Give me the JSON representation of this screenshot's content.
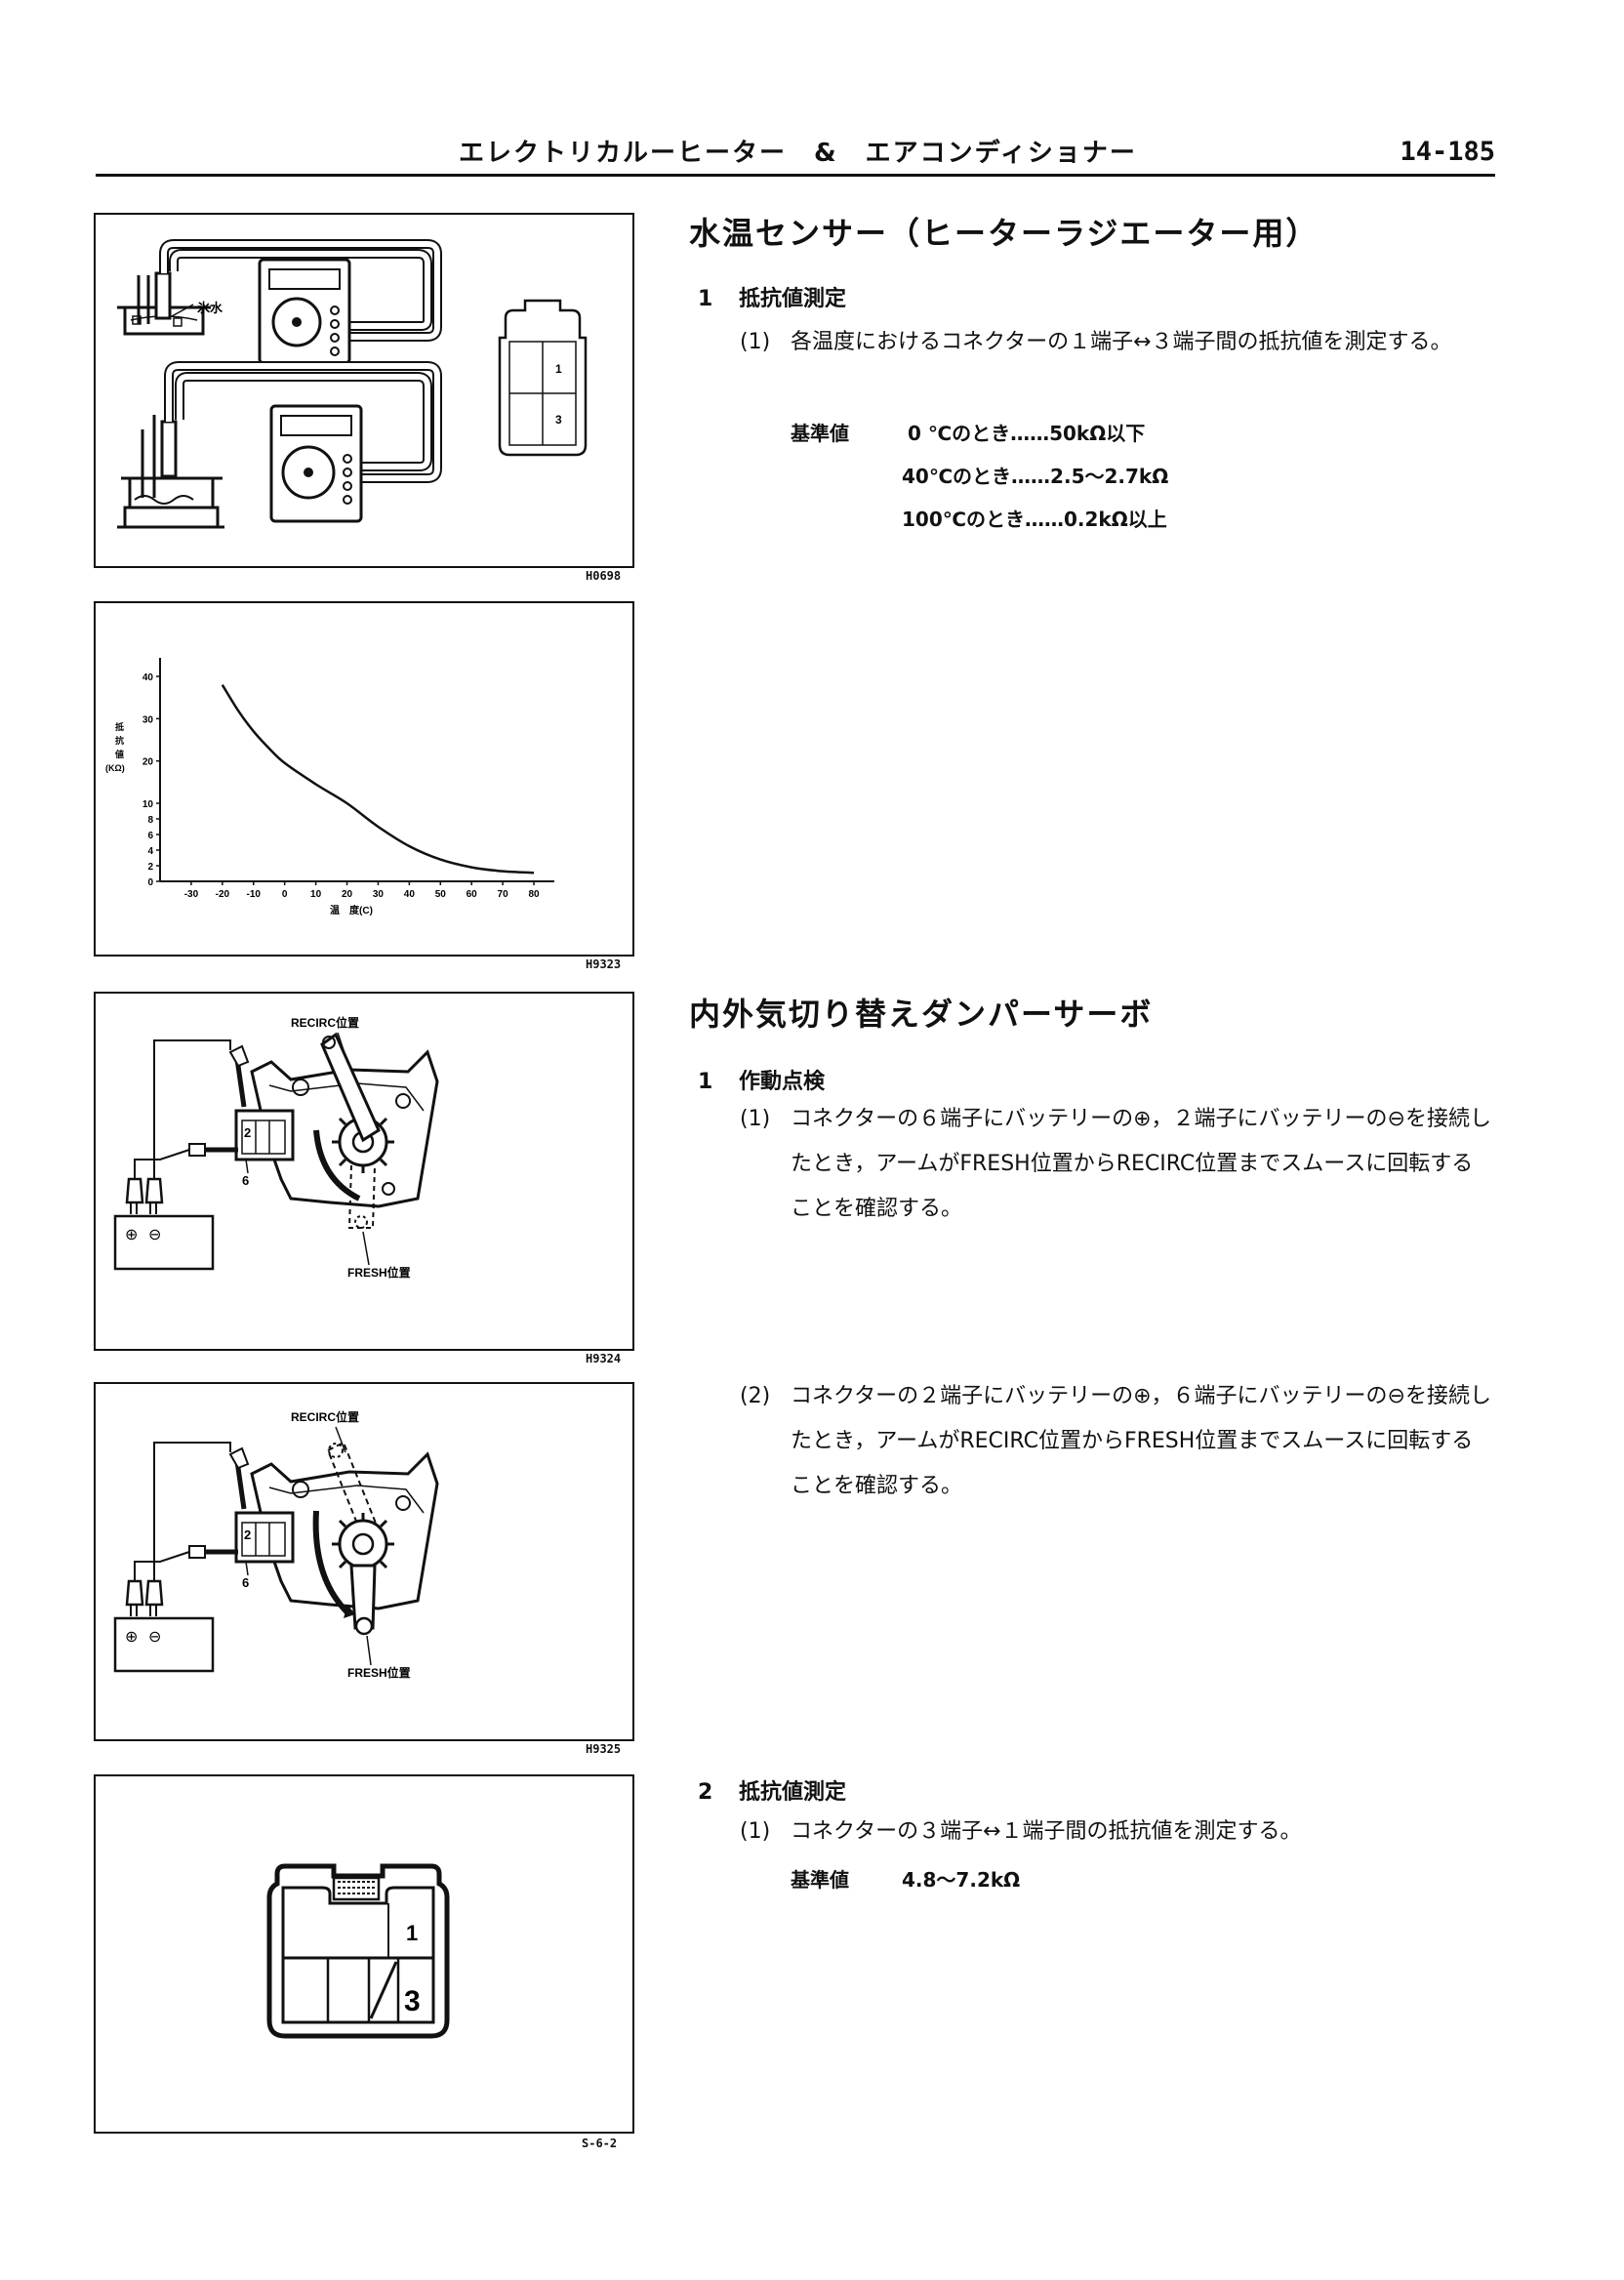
{
  "header": {
    "title": "エレクトリカルーヒーター　&　エアコンディショナー",
    "page_number": "14-185"
  },
  "figures": {
    "f1": {
      "code": "H0698",
      "label_ice_water": "氷水",
      "terminal_1": "1",
      "terminal_3": "3"
    },
    "f2": {
      "code": "H9323"
    },
    "f3": {
      "code": "H9324",
      "label_recirc": "RECIRC位置",
      "label_fresh": "FRESH位置",
      "terminal_2": "2",
      "terminal_6": "6",
      "plus": "⊕",
      "minus": "⊖"
    },
    "f4": {
      "code": "H9325",
      "label_recirc": "RECIRC位置",
      "label_fresh": "FRESH位置",
      "terminal_2": "2",
      "terminal_6": "6",
      "plus": "⊕",
      "minus": "⊖"
    },
    "f5": {
      "code": "S-6-2",
      "terminal_1": "1",
      "terminal_3": "3"
    }
  },
  "chart_data": {
    "type": "line",
    "ylabel": "抵抗値(KΩ)",
    "xlabel": "温　度(C)",
    "y_ticks": [
      "40",
      "30",
      "20",
      "10",
      "8",
      "6",
      "4",
      "2",
      "0"
    ],
    "x_ticks": [
      "-30",
      "-20",
      "-10",
      "0",
      "10",
      "20",
      "30",
      "40",
      "50",
      "60",
      "70",
      "80"
    ],
    "x": [
      -20,
      -15,
      -10,
      -5,
      0,
      10,
      20,
      30,
      40,
      50,
      60,
      70,
      80
    ],
    "y": [
      38,
      32,
      27,
      23,
      19.5,
      14.5,
      10,
      7,
      4.5,
      2.8,
      1.8,
      1.3,
      1.1
    ]
  },
  "sections": [
    {
      "title": "水温センサー（ヒーターラジエーター用）",
      "steps": [
        {
          "number": "1",
          "title": "抵抗値測定",
          "items": [
            {
              "number": "(1)",
              "text": "各温度におけるコネクターの１端子↔３端子間の抵抗値を測定する。",
              "spec_label": "基準値",
              "specs": [
                "0 ℃のとき……50kΩ以下",
                "40℃のとき……2.5～2.7kΩ",
                "100℃のとき……0.2kΩ以上"
              ]
            }
          ]
        }
      ]
    },
    {
      "title": "内外気切り替えダンパーサーボ",
      "steps": [
        {
          "number": "1",
          "title": "作動点検",
          "items": [
            {
              "number": "(1)",
              "text": "コネクターの６端子にバッテリーの⊕，２端子にバッテリーの⊖を接続したとき，アームがFRESH位置からRECIRC位置までスムースに回転することを確認する。"
            },
            {
              "number": "(2)",
              "text": "コネクターの２端子にバッテリーの⊕，６端子にバッテリーの⊖を接続したとき，アームがRECIRC位置からFRESH位置までスムースに回転することを確認する。"
            }
          ]
        },
        {
          "number": "2",
          "title": "抵抗値測定",
          "items": [
            {
              "number": "(1)",
              "text": "コネクターの３端子↔１端子間の抵抗値を測定する。",
              "spec_label": "基準値",
              "specs": [
                "4.8～7.2kΩ"
              ]
            }
          ]
        }
      ]
    }
  ]
}
